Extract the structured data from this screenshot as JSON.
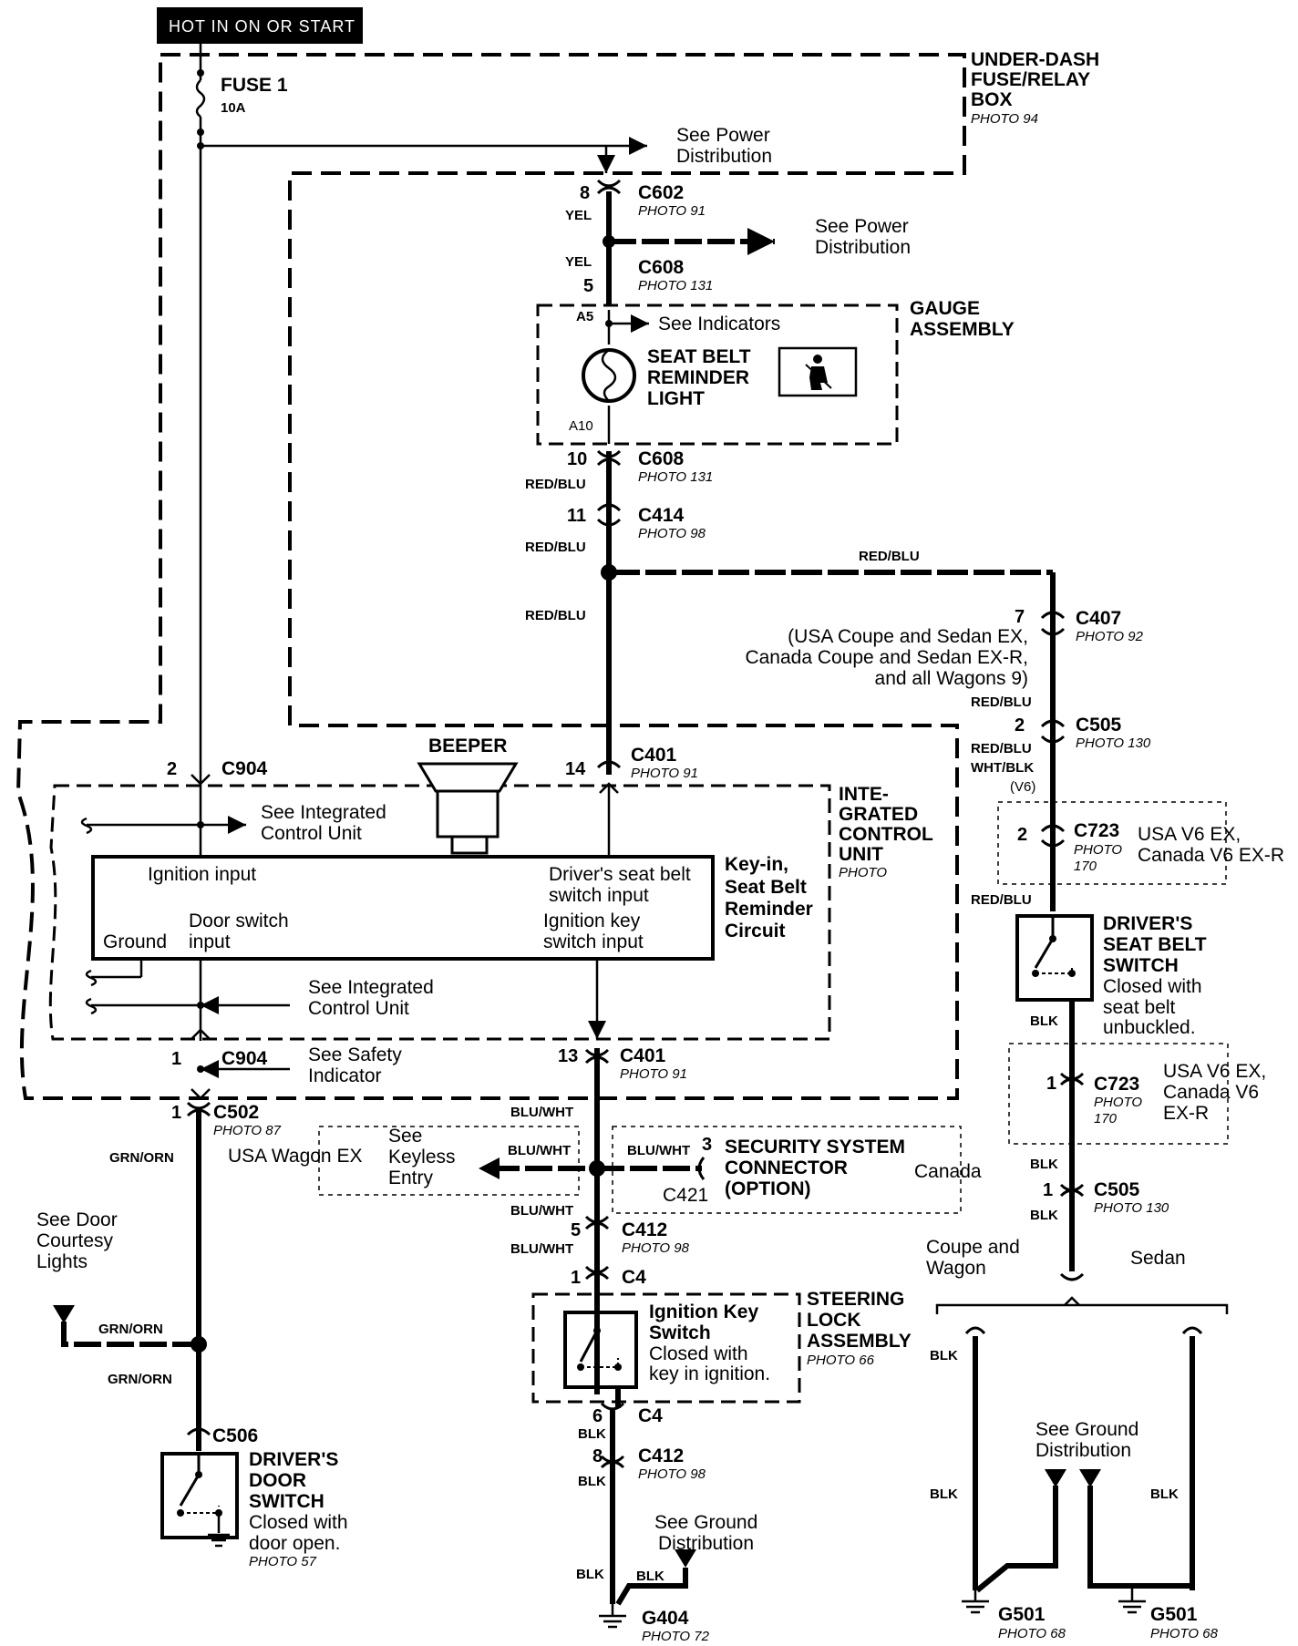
{
  "header": {
    "hot_label": "HOT IN ON OR START"
  },
  "fuse_box": {
    "fuse_label": "FUSE  1",
    "fuse_rating": "10A",
    "box_title": [
      "UNDER-DASH",
      "FUSE/RELAY",
      "BOX"
    ],
    "box_photo": "PHOTO 94",
    "see_power_1": [
      "See Power",
      "Distribution"
    ]
  },
  "c602": {
    "pin": "8",
    "name": "C602",
    "photo": "PHOTO 91",
    "wire": "YEL"
  },
  "c608_top": {
    "pin": "5",
    "name": "C608",
    "photo": "PHOTO 131",
    "wire": "YEL"
  },
  "see_power_2": [
    "See Power",
    "Distribution"
  ],
  "gauge": {
    "title": [
      "GAUGE",
      "ASSEMBLY"
    ],
    "pin_a5": "A5",
    "pin_a10": "A10",
    "see_indicators": "See Indicators",
    "light_label": [
      "SEAT BELT",
      "REMINDER",
      "LIGHT"
    ]
  },
  "c608_bottom": {
    "pin": "10",
    "name": "C608",
    "photo": "PHOTO 131",
    "wire": "RED/BLU"
  },
  "c414": {
    "pin": "11",
    "name": "C414",
    "photo": "PHOTO 98",
    "wire": "RED/BLU"
  },
  "wire_red_blu": "RED/BLU",
  "c407": {
    "pin": "7",
    "name": "C407",
    "photo": "PHOTO 92",
    "note": [
      "(USA Coupe and Sedan EX,",
      "Canada Coupe and Sedan EX-R,",
      "and all Wagons 9)"
    ]
  },
  "c505_top": {
    "pin": "2",
    "name": "C505",
    "photo": "PHOTO 130",
    "wire_top": "RED/BLU",
    "wire_bottom": "RED/BLU",
    "wire_alt": "WHT/BLK",
    "wire_alt_note": "(V6)"
  },
  "c723_top": {
    "pin": "2",
    "name": "C723",
    "photo": [
      "PHOTO",
      "170"
    ],
    "note": [
      "USA V6 EX,",
      "Canada V6 EX-R"
    ],
    "wire": "RED/BLU"
  },
  "seat_belt_switch": {
    "title": [
      "DRIVER'S",
      "SEAT BELT",
      "SWITCH"
    ],
    "desc": [
      "Closed with",
      "seat belt",
      "unbuckled."
    ],
    "wire": "BLK"
  },
  "c723_bottom": {
    "pin": "1",
    "name": "C723",
    "photo": [
      "PHOTO",
      "170"
    ],
    "note": [
      "USA V6 EX,",
      "Canada V6",
      "EX-R"
    ],
    "wire": "BLK"
  },
  "c505_bottom": {
    "pin": "1",
    "name": "C505",
    "photo": "PHOTO 130",
    "wire": "BLK"
  },
  "ground_split": {
    "left": [
      "Coupe and",
      "Wagon"
    ],
    "right": "Sedan",
    "wire": "BLK"
  },
  "ground_right": {
    "see_ground": [
      "See Ground",
      "Distribution"
    ],
    "g501_left": {
      "name": "G501",
      "photo": "PHOTO 68"
    },
    "g501_right": {
      "name": "G501",
      "photo": "PHOTO 68"
    }
  },
  "c904_top": {
    "pin": "2",
    "name": "C904"
  },
  "beeper": "BEEPER",
  "c401_top": {
    "pin": "14",
    "name": "C401",
    "photo": "PHOTO 91"
  },
  "icu": {
    "title": [
      "INTE-",
      "GRATED",
      "CONTROL",
      "UNIT"
    ],
    "photo": "PHOTO",
    "see_icu_1": [
      "See  Integrated",
      "Control Unit"
    ],
    "ignition_input": "Ignition input",
    "driver_seat_belt_input": [
      "Driver's seat belt",
      "switch input"
    ],
    "door_switch_input": [
      "Door switch",
      "input"
    ],
    "ground": "Ground",
    "ignition_key_input": [
      "Ignition key",
      "switch input"
    ],
    "circuit_label": [
      "Key-in,",
      "Seat Belt",
      "Reminder",
      "Circuit"
    ],
    "see_icu_2": [
      "See  Integrated",
      "Control Unit"
    ]
  },
  "c904_bottom": {
    "pin": "1",
    "name": "C904",
    "see_safety": [
      "See  Safety",
      "Indicator"
    ]
  },
  "c401_bottom": {
    "pin": "13",
    "name": "C401",
    "photo": "PHOTO 91",
    "wire": "BLU/WHT"
  },
  "c502": {
    "pin": "1",
    "name": "C502",
    "photo": "PHOTO 87",
    "wire": "GRN/ORN"
  },
  "keyless": {
    "note": "USA Wagon EX",
    "see": [
      "See",
      "Keyless",
      "Entry"
    ],
    "wire": "BLU/WHT"
  },
  "security": {
    "wire": "BLU/WHT",
    "pin": "3",
    "title": [
      "SECURITY SYSTEM",
      "CONNECTOR",
      "(OPTION)"
    ],
    "connector": "C421",
    "note": "Canada"
  },
  "c412_top": {
    "pin": "5",
    "name": "C412",
    "photo": "PHOTO 98",
    "wire_top": "BLU/WHT",
    "wire_bottom": "BLU/WHT"
  },
  "c4_top": {
    "pin": "1",
    "name": "C4"
  },
  "steering": {
    "title": [
      "STEERING",
      "LOCK",
      "ASSEMBLY"
    ],
    "photo": "PHOTO 66",
    "switch_title": [
      "Ignition Key",
      "Switch"
    ],
    "switch_desc": [
      "Closed with",
      "key in ignition."
    ]
  },
  "c4_bottom": {
    "pin": "6",
    "name": "C4",
    "wire": "BLK"
  },
  "c412_bottom": {
    "pin": "8",
    "name": "C412",
    "photo": "PHOTO 98",
    "wire": "BLK"
  },
  "g404": {
    "see_ground": [
      "See Ground",
      "Distribution"
    ],
    "wire_left": "BLK",
    "wire_right": "BLK",
    "name": "G404",
    "photo": "PHOTO 72"
  },
  "door_courtesy": [
    "See Door",
    "Courtesy",
    "Lights"
  ],
  "door_switch": {
    "wire_top": "GRN/ORN",
    "wire_branch": "GRN/ORN",
    "wire_bottom": "GRN/ORN",
    "connector": "C506",
    "title": [
      "DRIVER'S",
      "DOOR",
      "SWITCH"
    ],
    "desc": [
      "Closed with",
      "door open."
    ],
    "photo": "PHOTO 57"
  }
}
